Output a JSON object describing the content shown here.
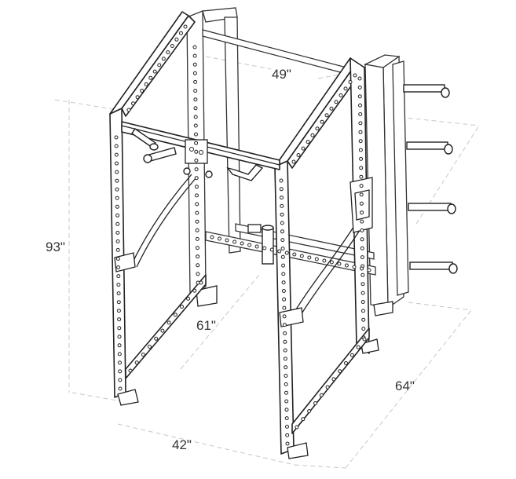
{
  "dimensions": {
    "height": "93\"",
    "top_width": "49\"",
    "inner_depth": "61\"",
    "depth": "64\"",
    "width": "42\""
  }
}
